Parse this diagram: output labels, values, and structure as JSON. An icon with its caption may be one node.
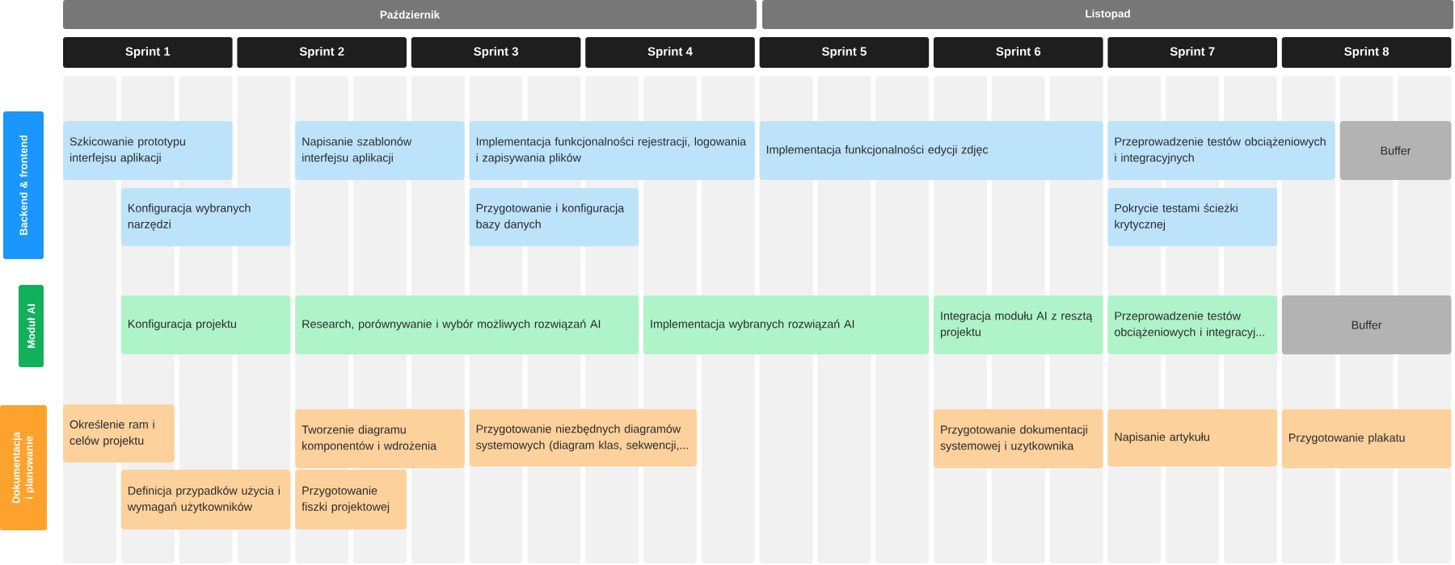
{
  "diagram": {
    "nodes": [
      {
        "text": [
          "Październik"
        ]
      },
      {
        "text": [
          "Listopad"
        ]
      },
      {
        "text": [
          "Sprint 1"
        ]
      },
      {
        "text": [
          "Sprint 2"
        ]
      },
      {
        "text": [
          "Sprint 3"
        ]
      },
      {
        "text": [
          "Sprint 4"
        ]
      },
      {
        "text": [
          "Sprint 5"
        ]
      },
      {
        "text": [
          "Sprint 6"
        ]
      },
      {
        "text": [
          "Sprint 7"
        ]
      },
      {
        "text": [
          "Sprint 8"
        ]
      },
      {
        "text": [
          "Backend & frontend"
        ]
      },
      {
        "text": [
          "Moduł AI"
        ]
      },
      {
        "text": [
          "Dokumentacja i planowanie"
        ]
      },
      {
        "text": [
          "Szkicowanie prototypu interfejsu aplikacji"
        ]
      },
      {
        "text": [
          "Napisanie szablonów interfejsu aplikacji"
        ]
      },
      {
        "text": [
          "Implementacja funkcjonalności rejestracji, logowania i zapisywania plików"
        ]
      },
      {
        "text": [
          "Implementacja funkcjonalności edycji zdjęc"
        ]
      },
      {
        "text": [
          "Przeprowadzenie testów obciążeniowych i integracyjnych"
        ]
      },
      {
        "text": [
          "Buffer"
        ]
      },
      {
        "text": [
          "Konfiguracja wybranych narzędzi"
        ]
      },
      {
        "text": [
          "Przygotowanie i konfiguracja bazy danych"
        ]
      },
      {
        "text": [
          "Pokrycie testami ścieżki krytycznej"
        ]
      },
      {
        "text": [
          "Konfiguracja projektu"
        ]
      },
      {
        "text": [
          "Research, porównywanie i wybór możliwych rozwiązań AI"
        ]
      },
      {
        "text": [
          "Implementacja wybranych rozwiązań AI"
        ]
      },
      {
        "text": [
          "Integracja modułu AI z resztą projektu"
        ]
      },
      {
        "text": [
          "Przeprowadzenie testów obciążeniowych i integracyj..."
        ]
      },
      {
        "text": [
          "Buffer"
        ]
      },
      {
        "text": [
          "Określenie ram i celów projektu"
        ]
      },
      {
        "text": [
          "Tworzenie diagramu komponentów i wdrożenia"
        ]
      },
      {
        "text": [
          "Przygotowanie niezbędnych diagramów systemowych (diagram klas, sekwencji,..."
        ]
      },
      {
        "text": [
          "Przygotowanie dokumentacji systemowej i uzytkownika"
        ]
      },
      {
        "text": [
          "Napisanie artykułu"
        ]
      },
      {
        "text": [
          "Przygotowanie plakatu"
        ]
      },
      {
        "text": [
          "Definicja przypadków użycia i wymagań użytkowników"
        ]
      },
      {
        "text": [
          "Przygotowanie fiszki projektowej"
        ]
      }
    ]
  }
}
